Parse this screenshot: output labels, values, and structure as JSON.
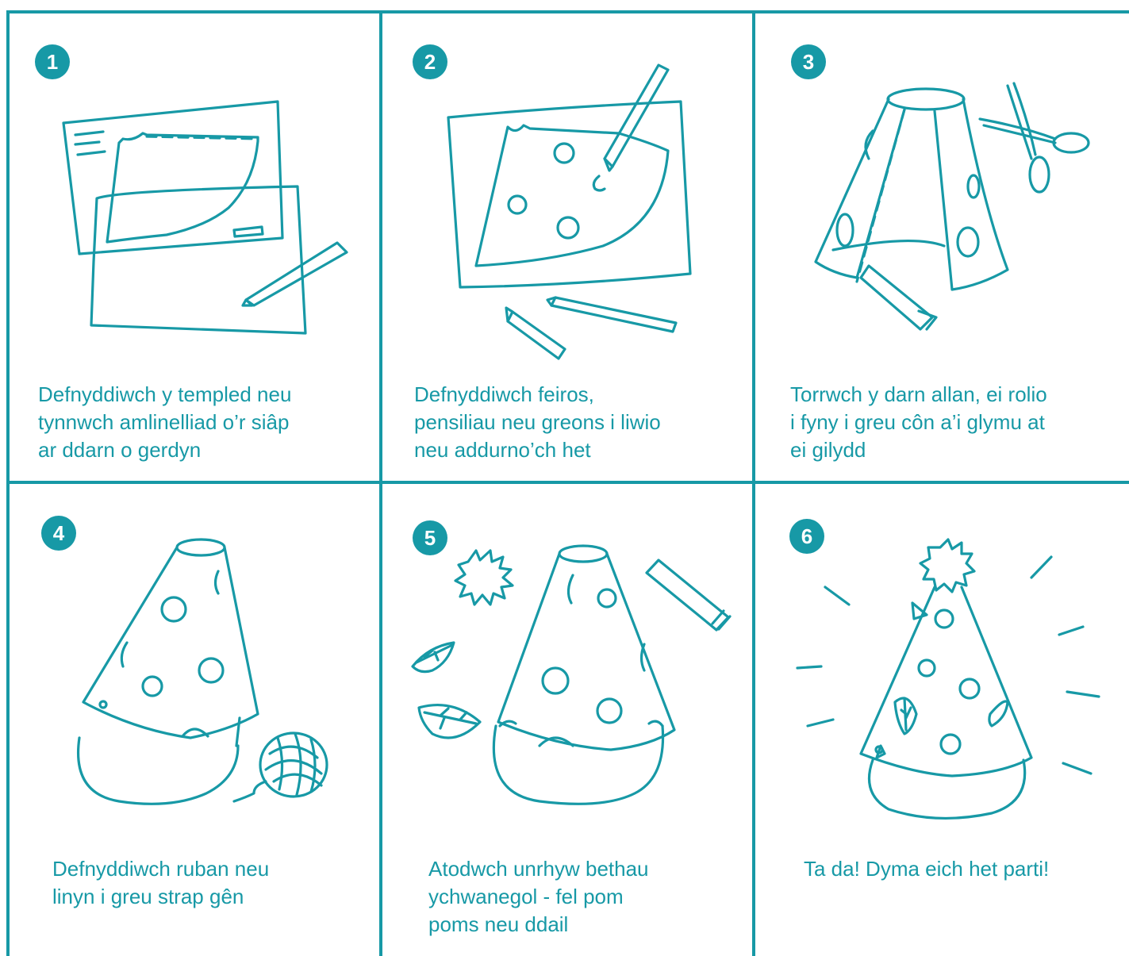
{
  "colors": {
    "accent": "#1799a6",
    "background": "#ffffff"
  },
  "steps": [
    {
      "number": "1",
      "caption": "Defnyddiwch y templed neu\ntynnwch amlinelliad o’r siâp\nar ddarn o gerdyn"
    },
    {
      "number": "2",
      "caption": "Defnyddiwch feiros,\npensiliau neu greons i liwio\nneu addurno’ch het"
    },
    {
      "number": "3",
      "caption": "Torrwch y darn allan, ei rolio\ni fyny i greu côn a’i glymu at\nei gilydd"
    },
    {
      "number": "4",
      "caption": "Defnyddiwch ruban neu\nlinyn i greu strap gên"
    },
    {
      "number": "5",
      "caption": "Atodwch unrhyw bethau\nychwanegol - fel pom\npoms neu ddail"
    },
    {
      "number": "6",
      "caption": "Ta da! Dyma eich het parti!"
    }
  ]
}
